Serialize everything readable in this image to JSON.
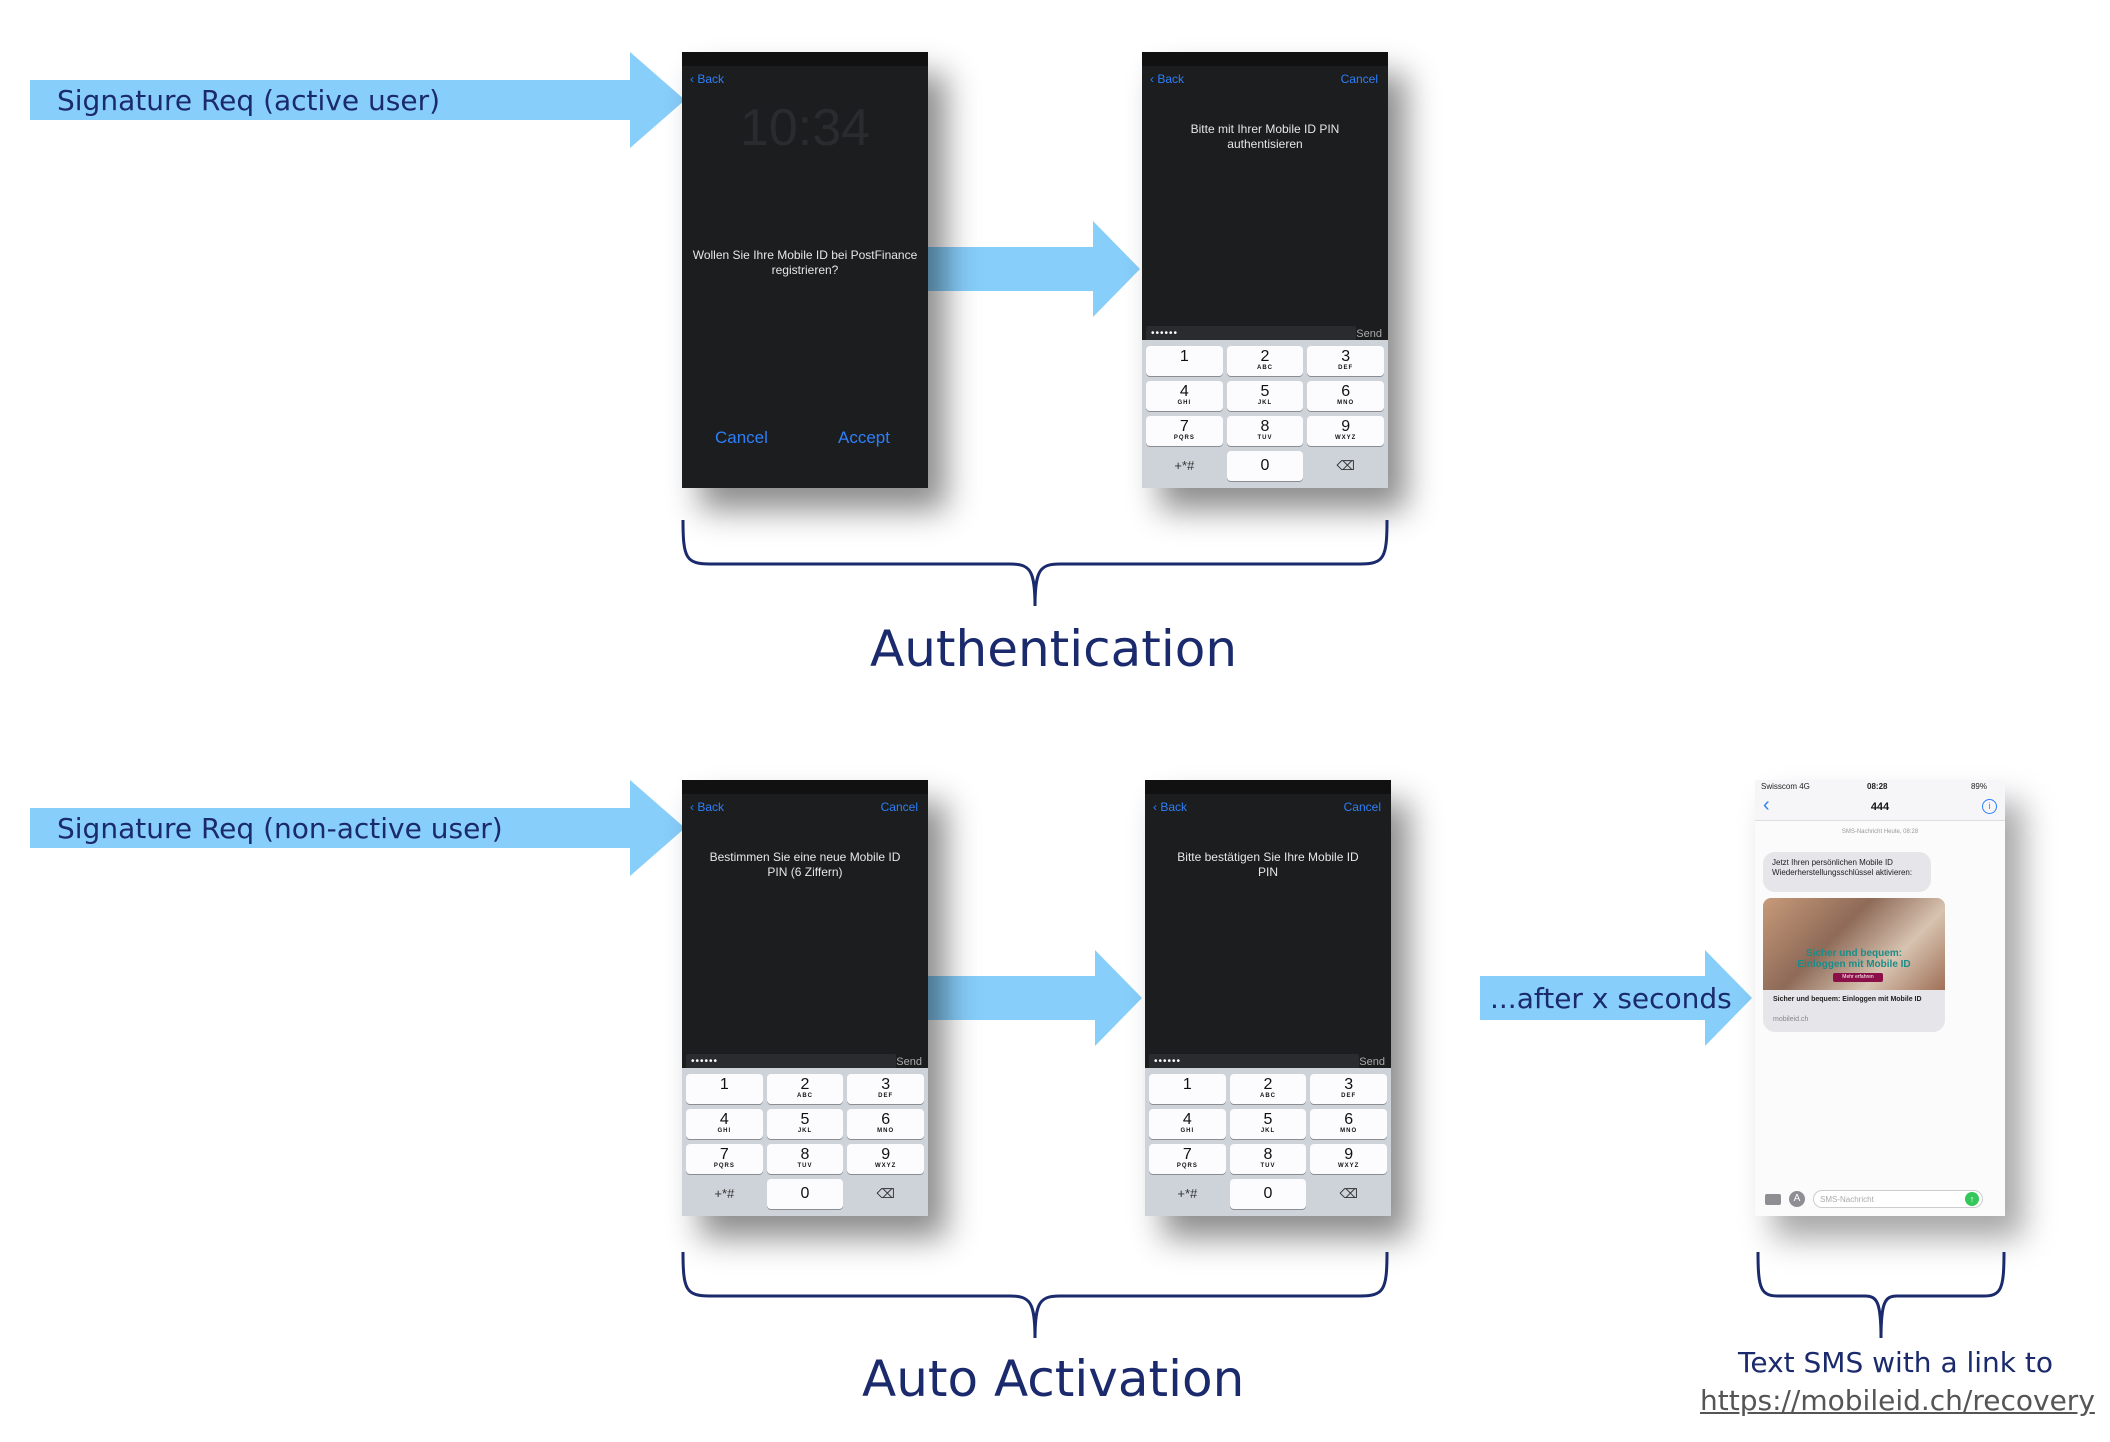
{
  "labels": {
    "req_active": "Signature Req (active user)",
    "req_nonactive": "Signature Req (non-active user)",
    "group_authentication": "Authentication",
    "group_auto_activation": "Auto Activation",
    "after_seconds": "...after x seconds",
    "sms_note": "Text SMS with a link to",
    "sms_link": "https://mobileid.ch/recovery"
  },
  "phone1": {
    "back": "Back",
    "ghost_time": "10:34",
    "prompt": "Wollen Sie Ihre Mobile ID bei PostFinance registrieren?",
    "cancel": "Cancel",
    "accept": "Accept"
  },
  "phone2": {
    "back": "Back",
    "cancel": "Cancel",
    "prompt": "Bitte mit Ihrer Mobile ID PIN authentisieren",
    "pin": "••••••",
    "send": "Send"
  },
  "phone3": {
    "back": "Back",
    "cancel": "Cancel",
    "prompt": "Bestimmen Sie eine neue Mobile ID PIN (6 Ziffern)",
    "pin": "••••••",
    "send": "Send"
  },
  "phone4": {
    "back": "Back",
    "cancel": "Cancel",
    "prompt": "Bitte bestätigen Sie Ihre Mobile ID PIN",
    "pin": "••••••",
    "send": "Send"
  },
  "keypad": {
    "keys": [
      {
        "d": "1",
        "l": ""
      },
      {
        "d": "2",
        "l": "ABC"
      },
      {
        "d": "3",
        "l": "DEF"
      },
      {
        "d": "4",
        "l": "GHI"
      },
      {
        "d": "5",
        "l": "JKL"
      },
      {
        "d": "6",
        "l": "MNO"
      },
      {
        "d": "7",
        "l": "PQRS"
      },
      {
        "d": "8",
        "l": "TUV"
      },
      {
        "d": "9",
        "l": "WXYZ"
      }
    ],
    "symbols": "+*#",
    "zero": "0",
    "delete": "⌫"
  },
  "sms": {
    "carrier": "Swisscom 4G",
    "time": "08:28",
    "battery": "89%",
    "sender": "444",
    "sub_header": "SMS-Nachricht Heute, 08:28",
    "message": "Jetzt Ihren persönlichen Mobile ID Wiederherstellungsschlüssel aktivieren:",
    "promo_title": "Sicher und bequem: Einloggen mit Mobile ID",
    "promo_button": "Mehr erfahren",
    "link_title": "Sicher und bequem: Einloggen mit Mobile ID",
    "link_domain": "mobileid.ch",
    "input_placeholder": "SMS-Nachricht"
  },
  "colors": {
    "arrow": "#87cefa",
    "label_text": "#1a2a6c",
    "brace": "#1a2a6c"
  }
}
